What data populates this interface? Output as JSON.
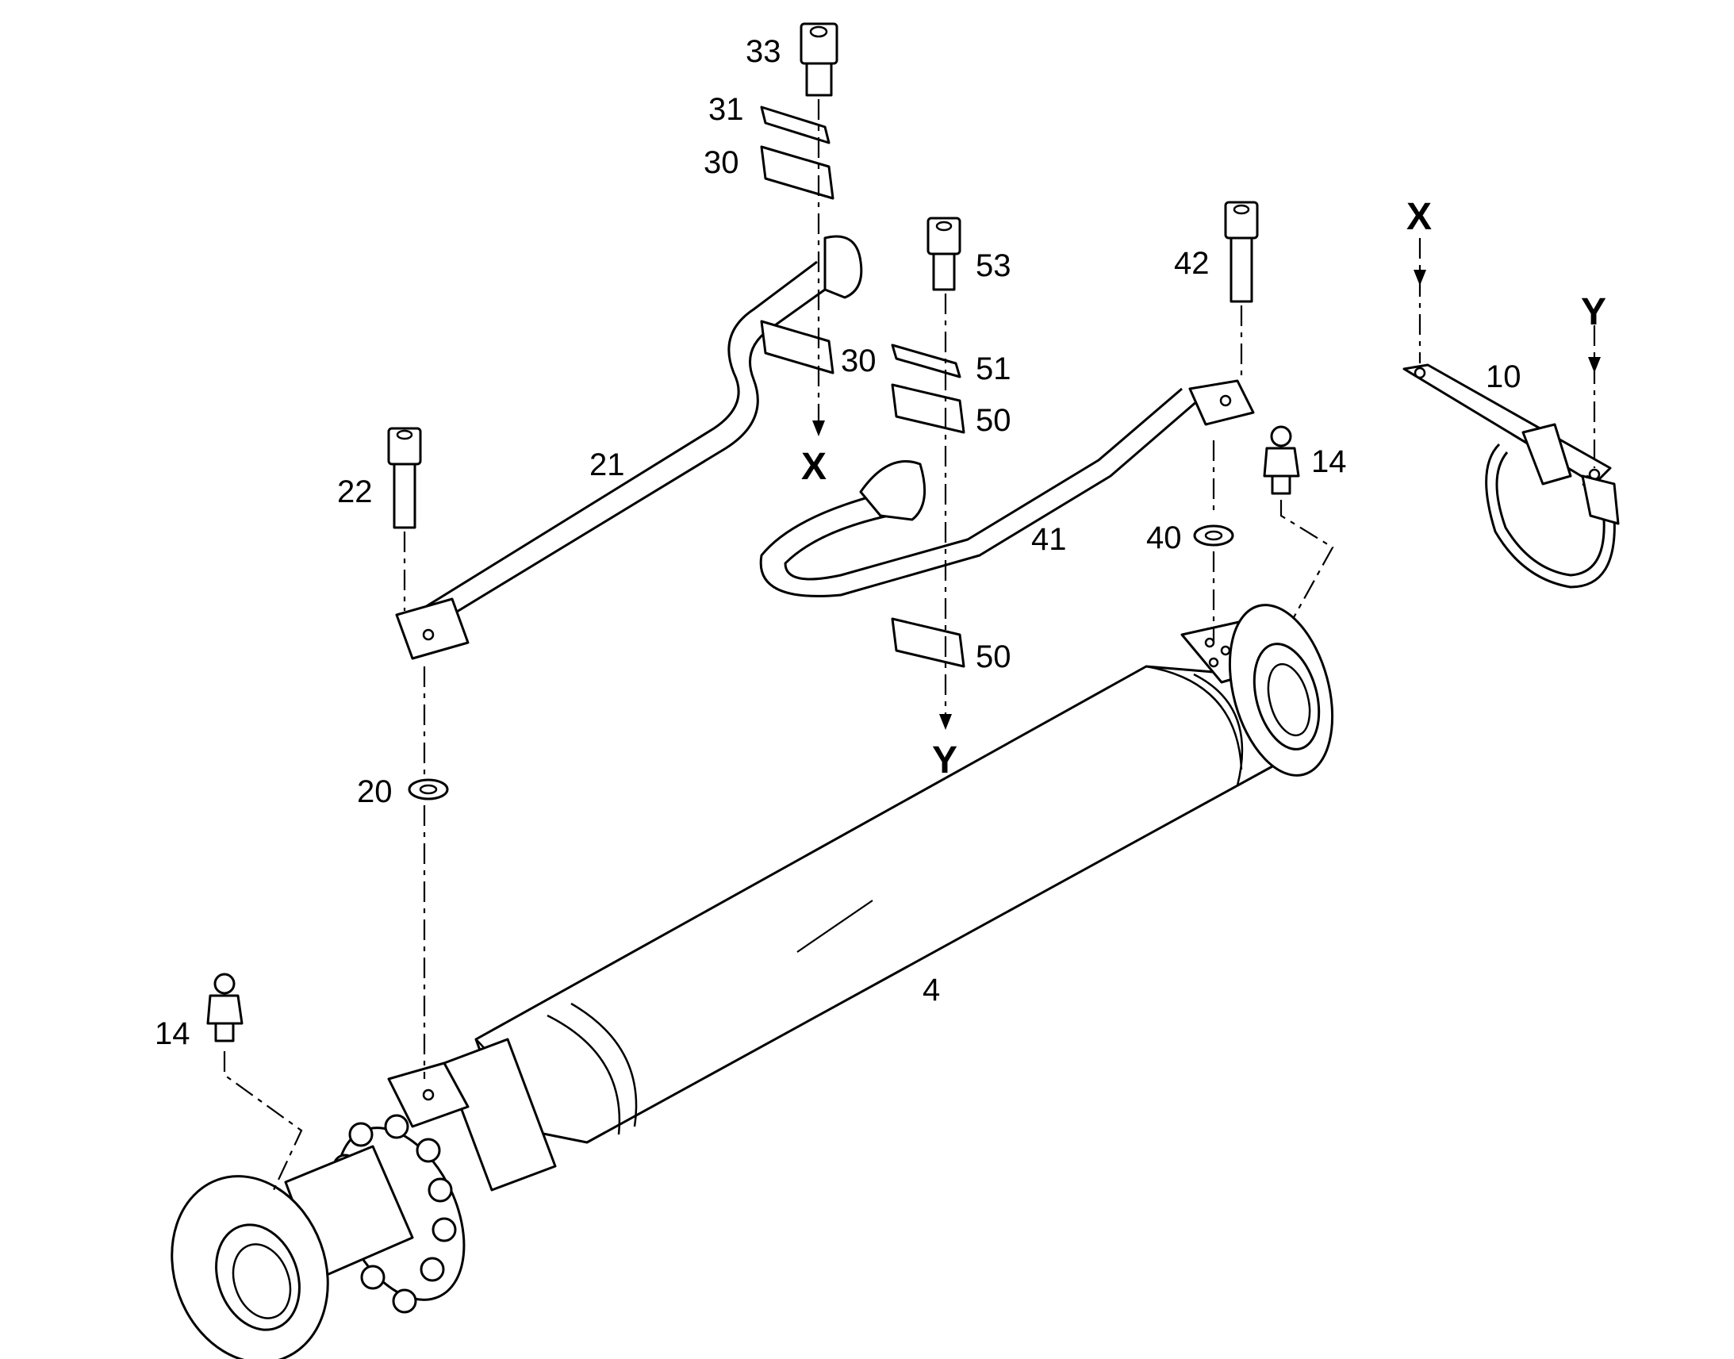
{
  "part_labels": {
    "p33": "33",
    "p31": "31",
    "p30a": "30",
    "p30b": "30",
    "p53": "53",
    "p51": "51",
    "p50a": "50",
    "p50b": "50",
    "p42": "42",
    "p41": "41",
    "p40": "40",
    "p22": "22",
    "p21": "21",
    "p20": "20",
    "p14a": "14",
    "p14b": "14",
    "p10": "10",
    "p4": "4"
  },
  "reference_marks": {
    "x_clamp": "X",
    "y_clamp": "Y",
    "x_bracket": "X",
    "y_bracket": "Y"
  }
}
